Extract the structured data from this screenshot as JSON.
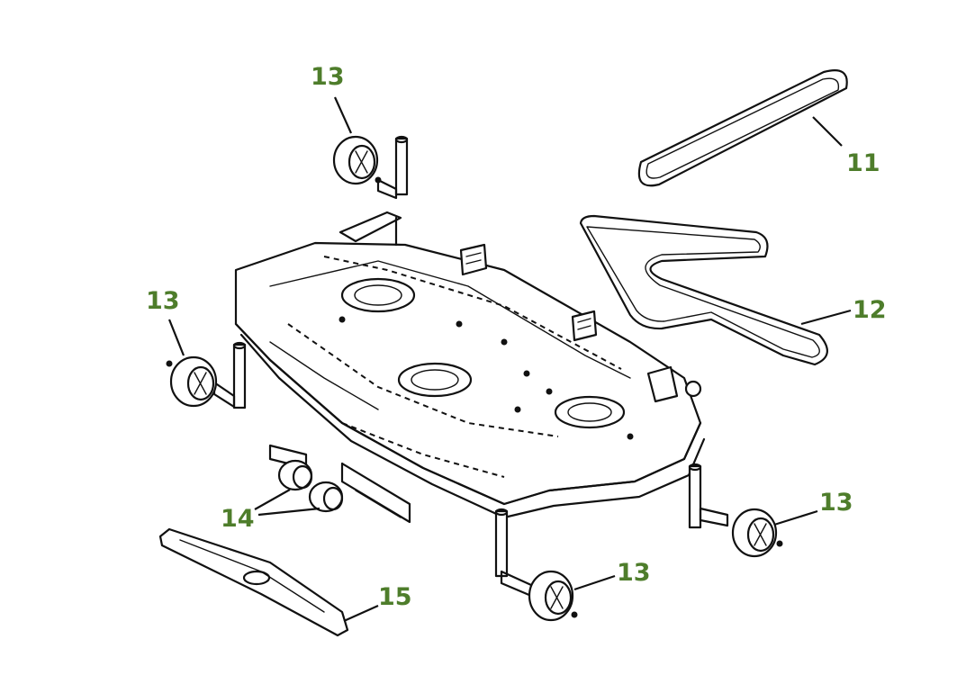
{
  "callouts": {
    "belt_small": "11",
    "belt_large": "12",
    "wheel_top": "13",
    "wheel_left": "13",
    "wheel_right": "13",
    "wheel_bottom": "13",
    "spindle_pulleys": "14",
    "blade": "15"
  },
  "colors": {
    "callout_text": "#4e7d2b",
    "line_art": "#111111",
    "background": "#ffffff"
  }
}
